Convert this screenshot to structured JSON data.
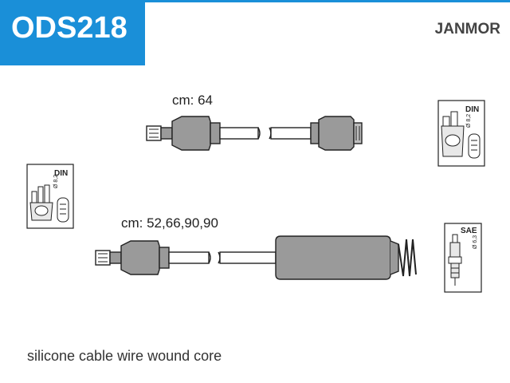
{
  "header": {
    "part_number": "ODS218",
    "brand": "JANMOR"
  },
  "cables": [
    {
      "length_label": "cm: 64"
    },
    {
      "length_label": "cm: 52,66,90,90"
    }
  ],
  "badges": {
    "left": {
      "standard": "DIN",
      "diameter": "Ø 8,2"
    },
    "top_right": {
      "standard": "DIN",
      "diameter": "Ø 8,2"
    },
    "bottom_right": {
      "standard": "SAE",
      "diameter": "Ø 6,3"
    }
  },
  "footer": {
    "description": "silicone cable wire wound core"
  },
  "colors": {
    "title_background": "#1a8fd8",
    "title_text": "#ffffff",
    "part_fill": "#9a9a9a",
    "outline": "#222222"
  }
}
